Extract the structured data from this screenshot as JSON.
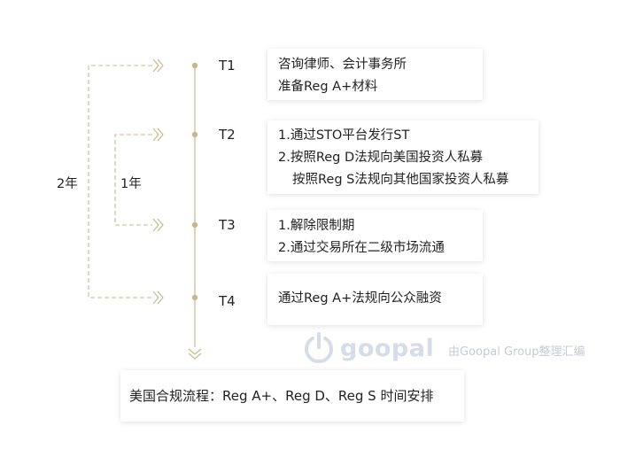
{
  "timeline": {
    "steps": [
      {
        "label": "T1",
        "lines": [
          "咨询律师、会计事务所",
          "准备Reg A+材料"
        ]
      },
      {
        "label": "T2",
        "lines": [
          "1.通过STO平台发行ST",
          "2.按照Reg D法规向美国投资人私募",
          "按照Reg S法规向其他国家投资人私募"
        ]
      },
      {
        "label": "T3",
        "lines": [
          "1.解除限制期",
          "2.通过交易所在二级市场流通"
        ]
      },
      {
        "label": "T4",
        "lines": [
          "通过Reg A+法规向公众融资"
        ]
      }
    ],
    "durations": {
      "outer": "2年",
      "inner": "1年"
    }
  },
  "watermark": {
    "brand": "goopal",
    "credit": "由Goopal Group整理汇编",
    "icon": "power-icon"
  },
  "caption": "美国合规流程：Reg A+、Reg D、Reg S 时间安排",
  "colors": {
    "accent": "#c8b98a",
    "text": "#222222",
    "watermark": "#d6dce8"
  }
}
